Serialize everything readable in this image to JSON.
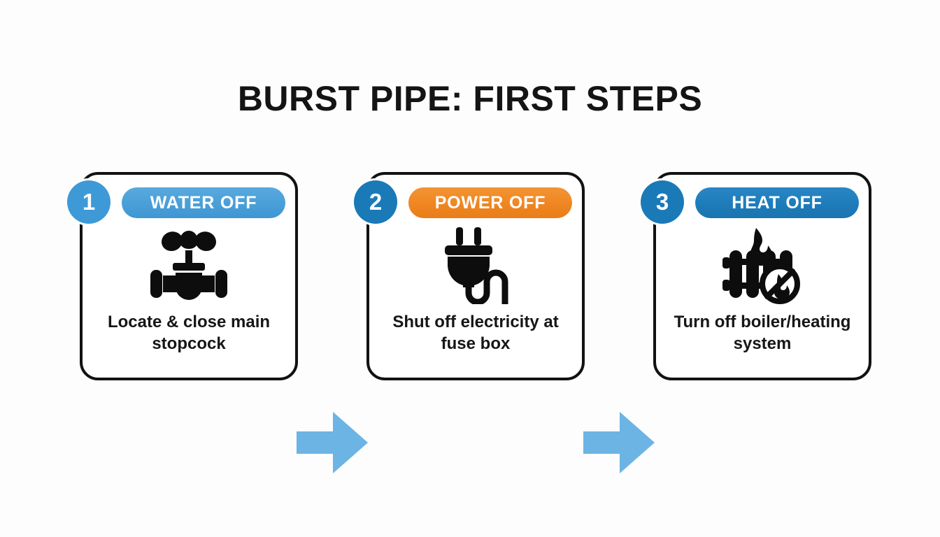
{
  "title": "BURST PIPE: FIRST STEPS",
  "colors": {
    "background": "#fdfdfe",
    "title_text": "#141414",
    "card_border": "#121212",
    "card_fill": "#ffffff",
    "banner_blue_light": "#4a9fd8",
    "banner_orange": "#ef8622",
    "banner_blue_dark": "#1e7cba",
    "badge_light": "#3d9ad6",
    "badge_dark": "#1a7ab8",
    "arrow": "#6cb4e4",
    "icon": "#0d0d0d",
    "banner_text": "#ffffff",
    "caption_text": "#161616"
  },
  "steps": [
    {
      "number": "1",
      "banner": "WATER OFF",
      "caption": "Locate & close main stopcock",
      "icon": "stopcock-valve-icon"
    },
    {
      "number": "2",
      "banner": "POWER OFF",
      "caption": "Shut off electricity at fuse box",
      "icon": "electric-plug-icon"
    },
    {
      "number": "3",
      "banner": "HEAT OFF",
      "caption": "Turn off boiler/heating system",
      "icon": "radiator-no-heat-icon"
    }
  ],
  "connectors": [
    {
      "name": "arrow-step1-to-step2",
      "direction": "right"
    },
    {
      "name": "arrow-step2-to-step3",
      "direction": "right"
    }
  ]
}
